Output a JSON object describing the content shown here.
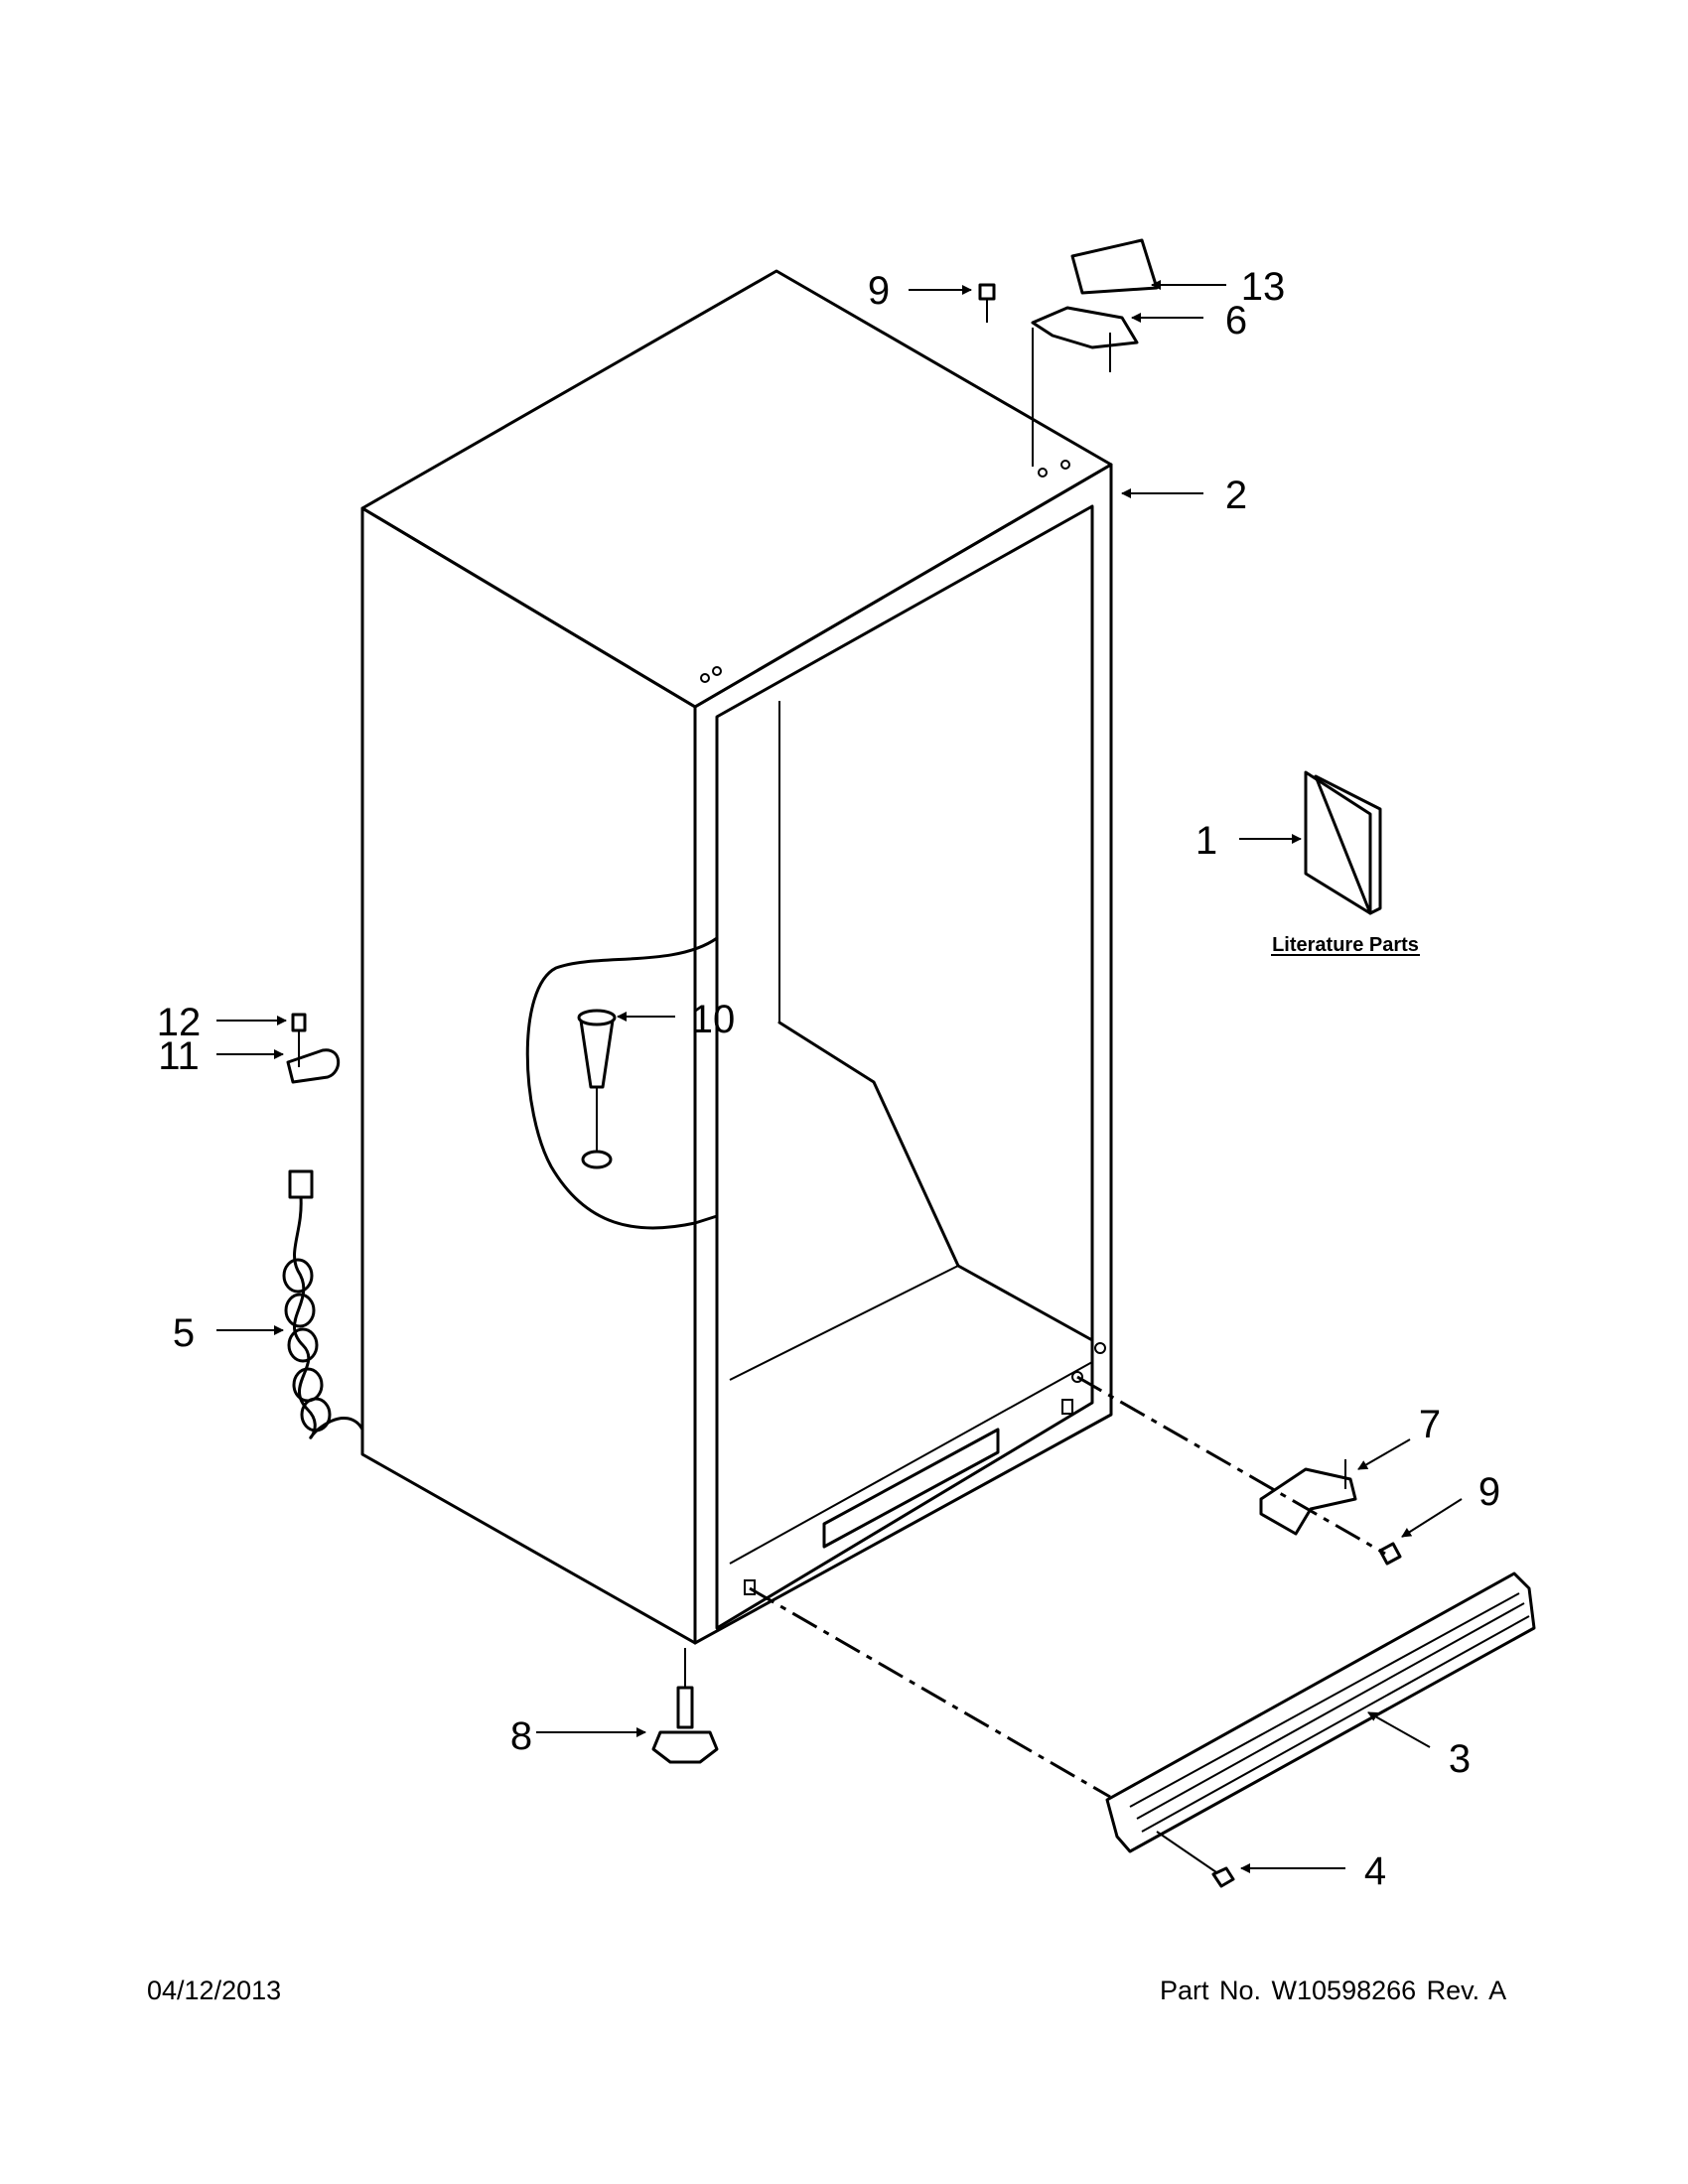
{
  "callouts": [
    {
      "id": "9a",
      "label": "9"
    },
    {
      "id": "13",
      "label": "13"
    },
    {
      "id": "6",
      "label": "6"
    },
    {
      "id": "2",
      "label": "2"
    },
    {
      "id": "1",
      "label": "1"
    },
    {
      "id": "10",
      "label": "10"
    },
    {
      "id": "12",
      "label": "12"
    },
    {
      "id": "11",
      "label": "11"
    },
    {
      "id": "5",
      "label": "5"
    },
    {
      "id": "7",
      "label": "7"
    },
    {
      "id": "9b",
      "label": "9"
    },
    {
      "id": "8",
      "label": "8"
    },
    {
      "id": "3",
      "label": "3"
    },
    {
      "id": "4",
      "label": "4"
    }
  ],
  "literature_label": "Literature Parts",
  "footer": {
    "date": "04/12/2013",
    "part_number": "Part No.  W10598266  Rev.  A"
  }
}
